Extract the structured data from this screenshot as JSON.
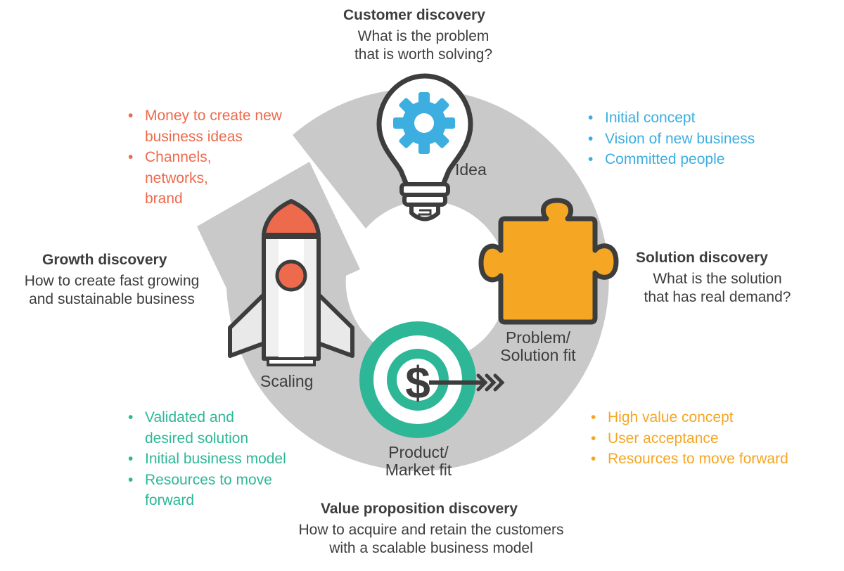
{
  "colors": {
    "ring": "#c9c9ca",
    "outline": "#3d3d3d",
    "red": "#ee6a4c",
    "blue": "#3daee0",
    "orange": "#f5a623",
    "green": "#2db797",
    "text": "#3d3d3d"
  },
  "customer": {
    "title": "Customer discovery",
    "lines": [
      "What is the problem",
      "that is worth solving?"
    ]
  },
  "solution": {
    "title": "Solution discovery",
    "lines": [
      "What is the solution",
      "that has real demand?"
    ]
  },
  "value": {
    "title": "Value proposition discovery",
    "lines": [
      "How to acquire and retain the customers",
      "with a scalable business model"
    ]
  },
  "growth": {
    "title": "Growth discovery",
    "lines": [
      "How to create fast growing",
      "and sustainable business"
    ]
  },
  "bullets": {
    "red": [
      "Money to create new business ideas",
      "Channels, networks, brand"
    ],
    "blue": [
      "Initial concept",
      "Vision of new business",
      "Committed people"
    ],
    "orange": [
      "High value concept",
      "User acceptance",
      "Resources to move forward"
    ],
    "green": [
      "Validated and desired solution",
      "Initial business model",
      "Resources to move forward"
    ]
  },
  "stages": {
    "idea": "Idea",
    "problem_fit": [
      "Problem/",
      "Solution fit"
    ],
    "market_fit": [
      "Product/",
      "Market fit"
    ],
    "scaling": "Scaling"
  },
  "icons": {
    "idea": "lightbulb-gear-icon",
    "problem_fit": "puzzle-piece-icon",
    "market_fit": "target-dollar-icon",
    "scaling": "rocket-icon"
  }
}
